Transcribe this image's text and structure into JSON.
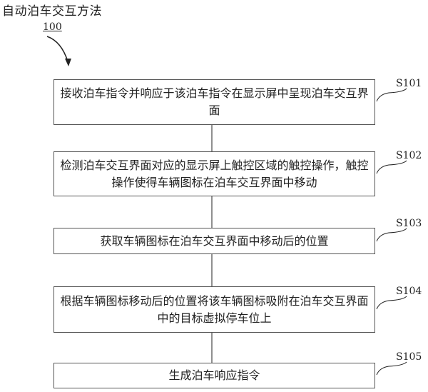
{
  "diagram": {
    "title": "自动泊车交互方法",
    "reference_number": "100",
    "steps": [
      {
        "id": "S101",
        "text": "接收泊车指令并响应于该泊车指令在显示屏中呈现泊车交互界面"
      },
      {
        "id": "S102",
        "text": "检测泊车交互界面对应的显示屏上触控区域的触控操作，触控操作使得车辆图标在泊车交互界面中移动"
      },
      {
        "id": "S103",
        "text": "获取车辆图标在泊车交互界面中移动后的位置"
      },
      {
        "id": "S104",
        "text": "根据车辆图标移动后的位置将该车辆图标吸附在泊车交互界面中的目标虚拟停车位上"
      },
      {
        "id": "S105",
        "text": "生成泊车响应指令"
      }
    ]
  }
}
